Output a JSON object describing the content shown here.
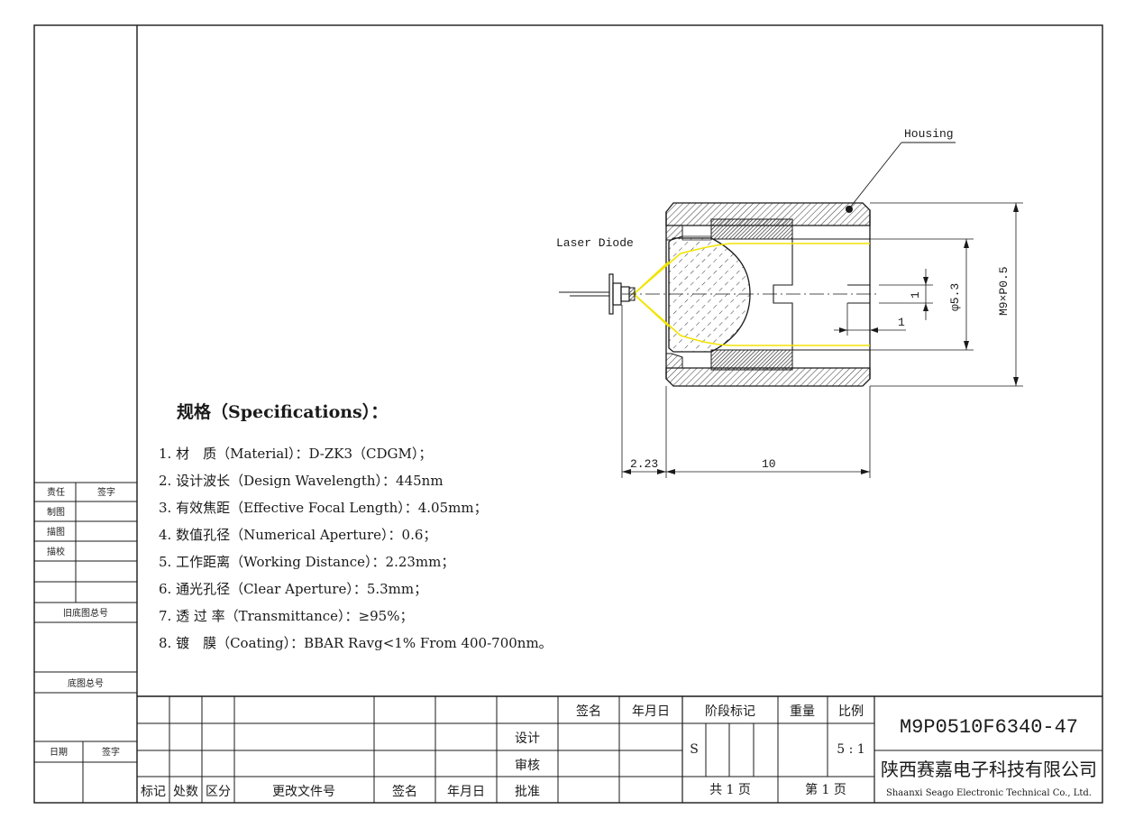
{
  "drawing": {
    "labels": {
      "housing": "Housing",
      "laser_diode": "Laser Diode"
    },
    "dimensions": {
      "aperture": "φ5.3",
      "thread": "M9×P0.5",
      "slot_height": "1",
      "slot_depth": "1",
      "working_distance": "2.23",
      "length": "10"
    },
    "colors": {
      "beam": "#f2e400",
      "hatch": "#444444",
      "line": "#1a1a1a"
    }
  },
  "specs": {
    "title": "规格（Specifications）：",
    "items": [
      "1. 材　质（Material）：D-ZK3（CDGM）；",
      "2. 设计波长（Design Wavelength）：445nm",
      "3. 有效焦距（Effective Focal Length）：4.05mm；",
      "4. 数值孔径（Numerical Aperture）：0.6；",
      "5. 工作距离（Working Distance）：2.23mm；",
      "6. 通光孔径（Clear Aperture）：5.3mm；",
      "7. 透 过 率（Transmittance）：≥95%；",
      "8. 镀　膜（Coating）：BBAR Ravg<1% From 400-700nm。"
    ]
  },
  "left_column": {
    "responsibility": "责任",
    "signature": "签字",
    "drawn": "制图",
    "traced": "描图",
    "traced_check": "描校",
    "old_base_no": "旧底图总号",
    "base_no": "底图总号",
    "date": "日期",
    "signature2": "签字"
  },
  "title_block": {
    "headers": {
      "mark": "标记",
      "count": "处数",
      "zone": "区分",
      "change_doc": "更改文件号",
      "sign": "签名",
      "date": "年月日",
      "approve": "批准",
      "design": "设计",
      "review": "审核",
      "sign_col": "签名",
      "date_col": "年月日",
      "stage": "阶段标记",
      "weight": "重量",
      "scale_label": "比例",
      "total_pages": "共 1 页",
      "page_no": "第 1 页"
    },
    "stage_value": "S",
    "scale_value": "5 : 1",
    "drawing_number": "M9P0510F6340-47",
    "company_cn": "陕西赛嘉电子科技有限公司",
    "company_en": "Shaanxi Seago Electronic Technical Co., Ltd."
  }
}
